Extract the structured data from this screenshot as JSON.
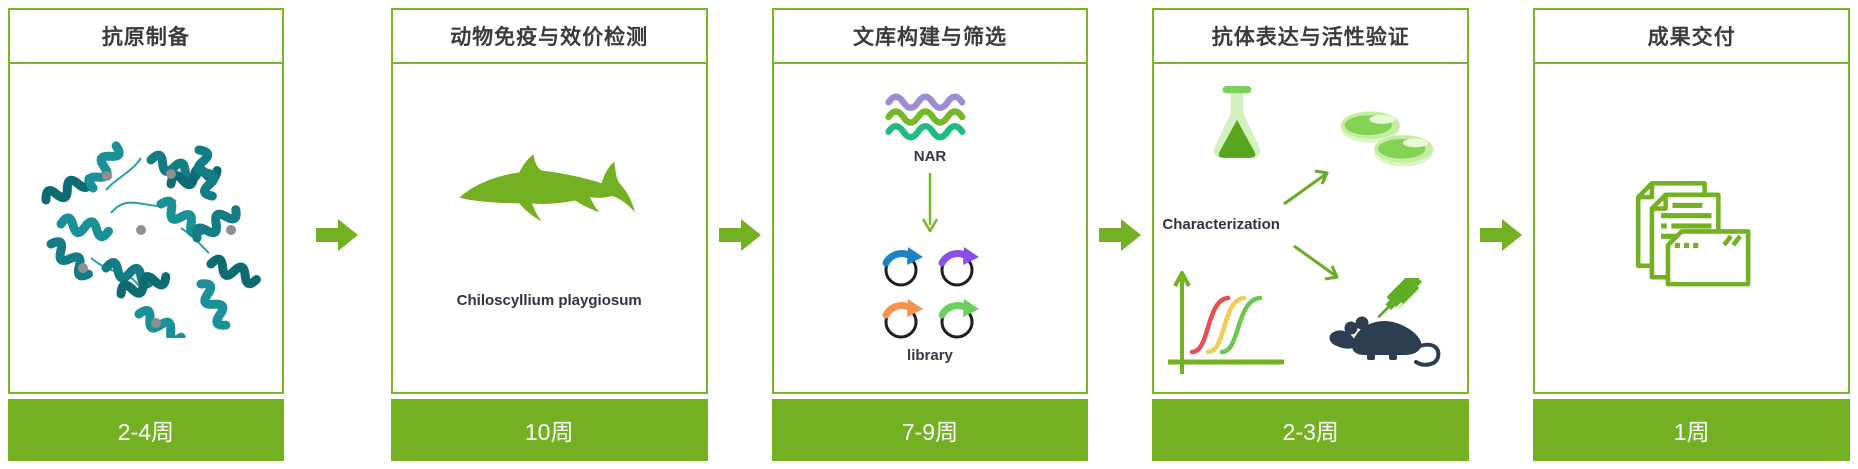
{
  "colors": {
    "accent_green": "#74b122",
    "border_green": "#7ab62c",
    "protein_teal": "#17858b",
    "wave_purple": "#9c8ed2",
    "wave_green": "#76b82a",
    "wave_emerald": "#1fbd7f",
    "plasmid_blue": "#1e83c4",
    "plasmid_purple": "#8b4fe8",
    "plasmid_orange": "#f6934f",
    "plasmid_green": "#6cd05e",
    "curve_red": "#e54f4d",
    "curve_yellow": "#f2cc54",
    "curve_green": "#6bc84f",
    "mouse_navy": "#2c3e50",
    "footer_text": "#ffffff"
  },
  "panels": {
    "antigen": {
      "title": "抗原制备",
      "duration": "2-4周"
    },
    "immunization": {
      "title": "动物免疫与效价检测",
      "duration": "10周",
      "species": "Chiloscyllium playgiosum"
    },
    "library": {
      "title": "文库构建与筛选",
      "duration": "7-9周",
      "nar_label": "NAR",
      "library_label": "library"
    },
    "validation": {
      "title": "抗体表达与活性验证",
      "duration": "2-3周",
      "characterization_label": "Characterization"
    },
    "delivery": {
      "title": "成果交付",
      "duration": "1周"
    }
  }
}
